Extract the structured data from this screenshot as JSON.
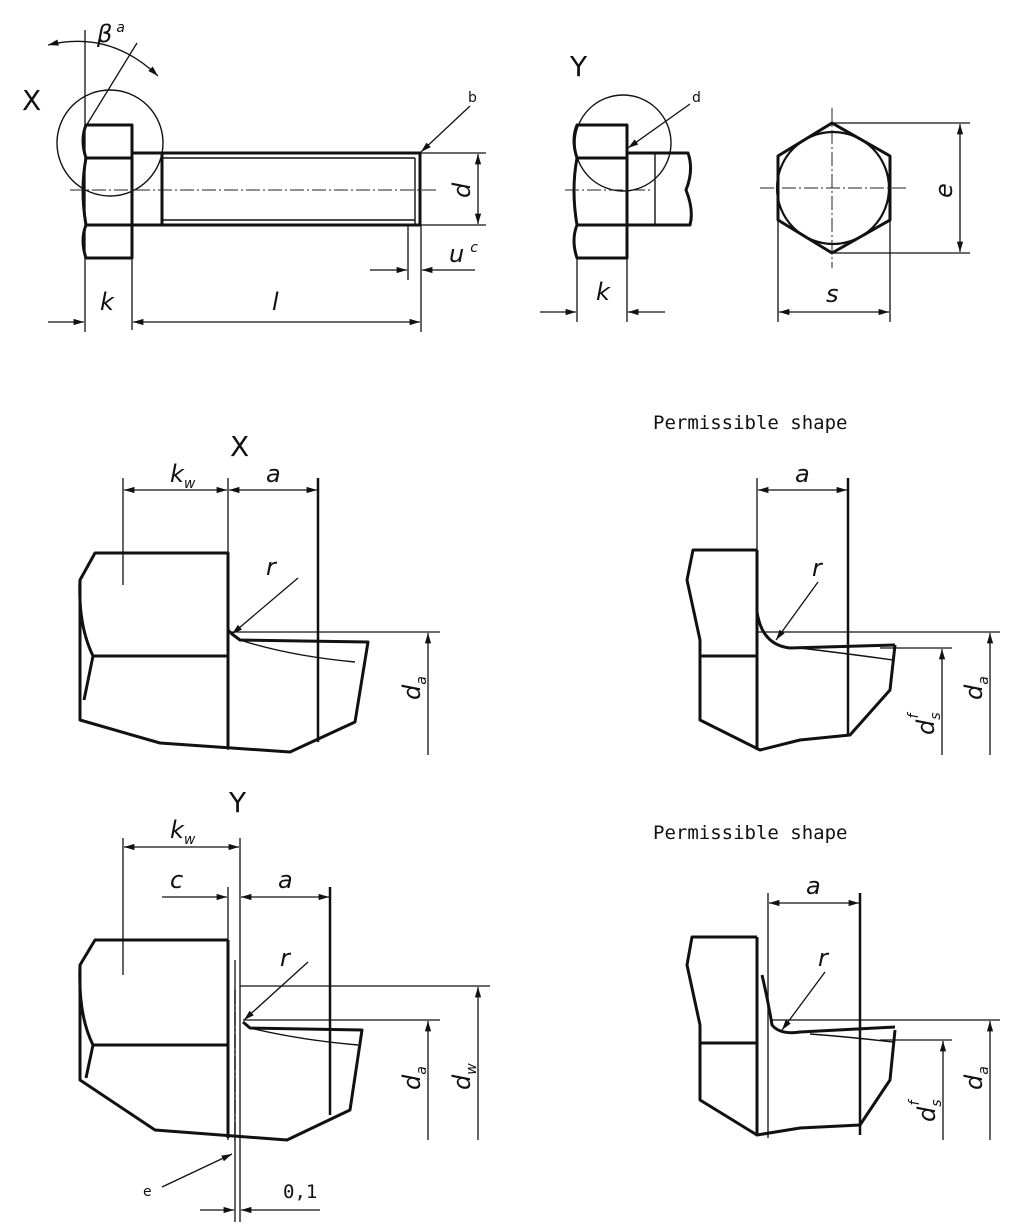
{
  "top_views": {
    "view_x_label": "X",
    "beta": "β",
    "beta_note": "a",
    "note_b": "b",
    "d": "d",
    "u": "u",
    "u_note": "c",
    "k": "k",
    "l": "l",
    "view_y_label": "Y",
    "note_d": "d",
    "k2": "k",
    "e": "e",
    "s": "s"
  },
  "detail_x": {
    "title": "X",
    "kw": "k",
    "kw_sub": "w",
    "a": "a",
    "r": "r",
    "da": "d",
    "da_sub": "a"
  },
  "permissible_x": {
    "title": "Permissible shape",
    "a": "a",
    "r": "r",
    "ds": "d",
    "ds_sub": "s",
    "ds_note": "f",
    "da": "d",
    "da_sub": "a"
  },
  "detail_y": {
    "title": "Y",
    "kw": "k",
    "kw_sub": "w",
    "c": "c",
    "a": "a",
    "r": "r",
    "da": "d",
    "da_sub": "a",
    "dw": "d",
    "dw_sub": "w",
    "note_e": "e",
    "gap": "0,1"
  },
  "permissible_y": {
    "title": "Permissible shape",
    "a": "a",
    "r": "r",
    "ds": "d",
    "ds_sub": "s",
    "ds_note": "f",
    "da": "d",
    "da_sub": "a"
  }
}
